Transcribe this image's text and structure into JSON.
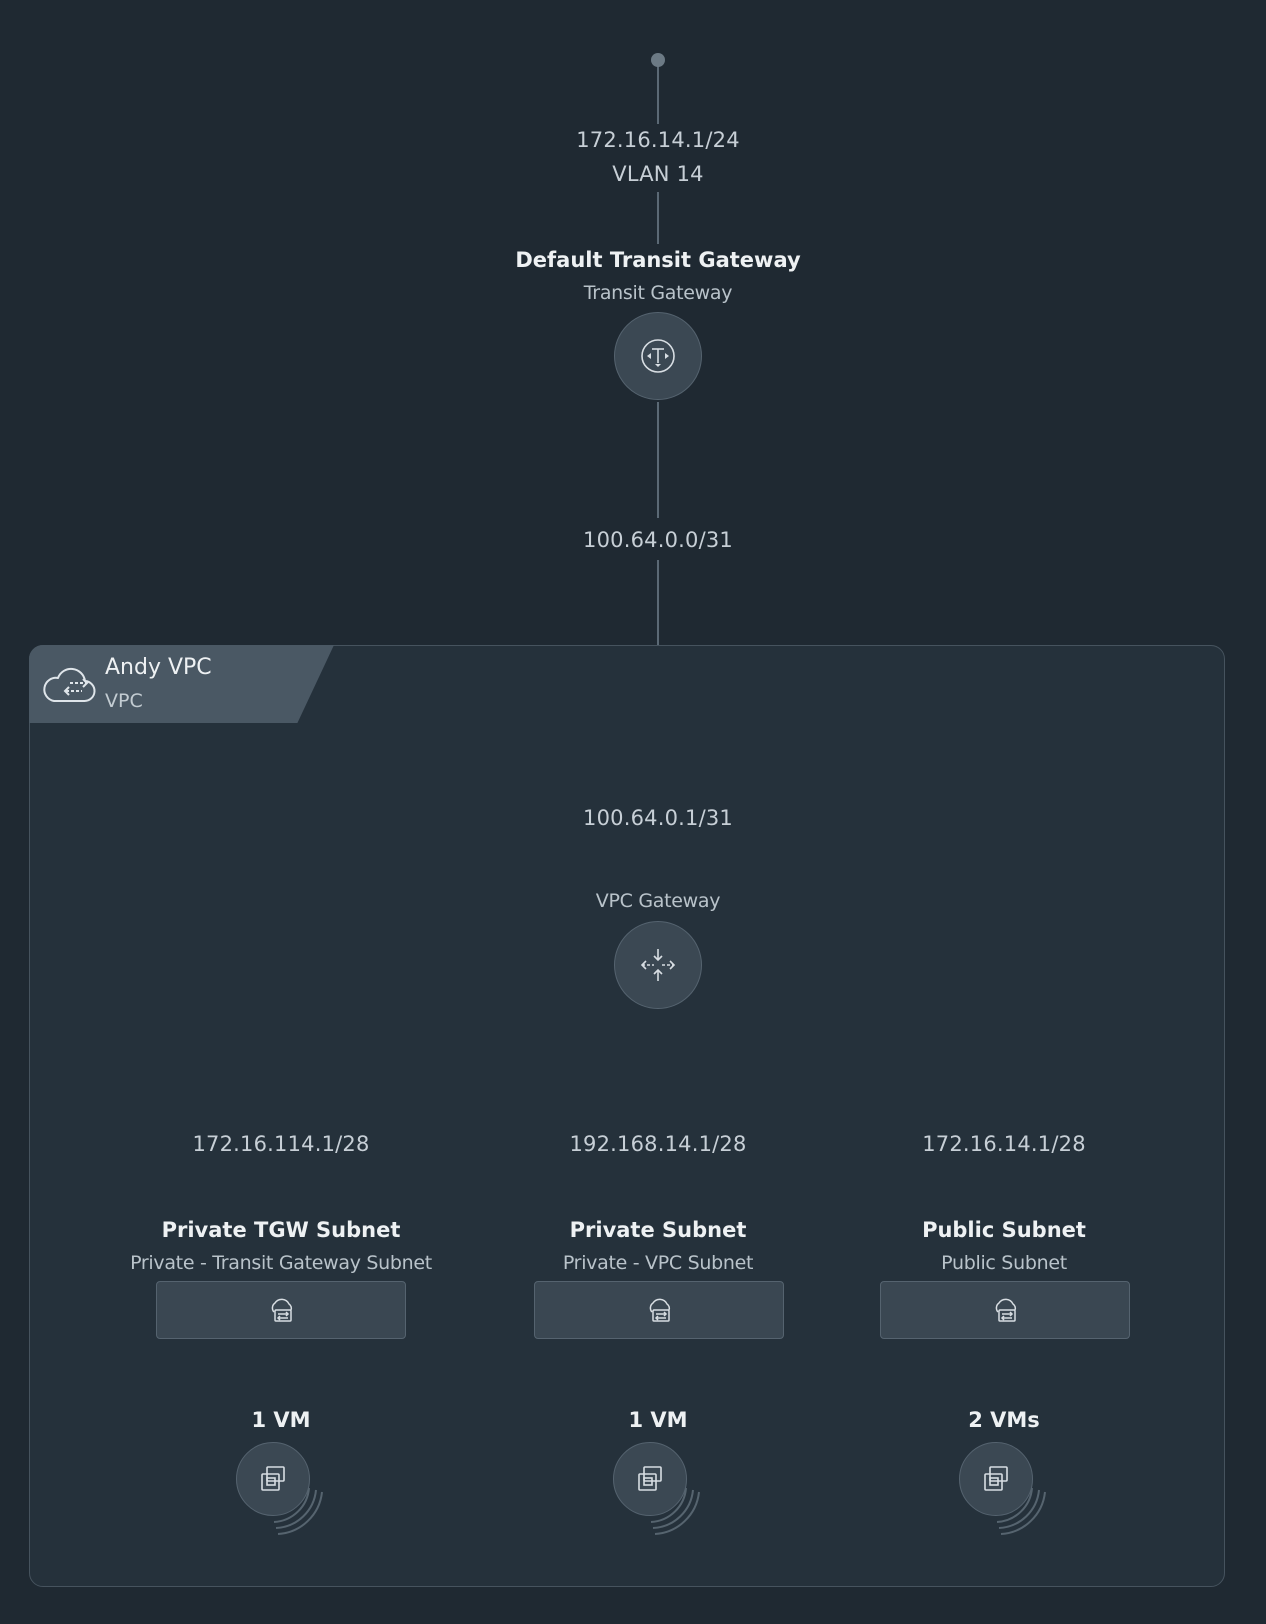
{
  "uplink": {
    "address": "172.16.14.1/24",
    "vlan": "VLAN 14"
  },
  "transit_gateway": {
    "name": "Default Transit Gateway",
    "type": "Transit Gateway",
    "icon": "transit-gateway-icon"
  },
  "transit_link": {
    "address": "100.64.0.0/31"
  },
  "vpc": {
    "name": "Andy VPC",
    "type": "VPC",
    "icon": "cloud-vpc-icon"
  },
  "vpc_gateway": {
    "address": "100.64.0.1/31",
    "label": "VPC Gateway",
    "icon": "vpc-gateway-icon"
  },
  "subnets": [
    {
      "address": "172.16.114.1/28",
      "name": "Private TGW Subnet",
      "type": "Private - Transit Gateway Subnet",
      "vms": "1 VM"
    },
    {
      "address": "192.168.14.1/28",
      "name": "Private Subnet",
      "type": "Private - VPC Subnet",
      "vms": "1 VM"
    },
    {
      "address": "172.16.14.1/28",
      "name": "Public Subnet",
      "type": "Public Subnet",
      "vms": "2 VMs"
    }
  ],
  "colors": {
    "background": "#1f2932",
    "vpc_area": "#25313b",
    "line": "#5a6873",
    "node": "#3b4853"
  }
}
